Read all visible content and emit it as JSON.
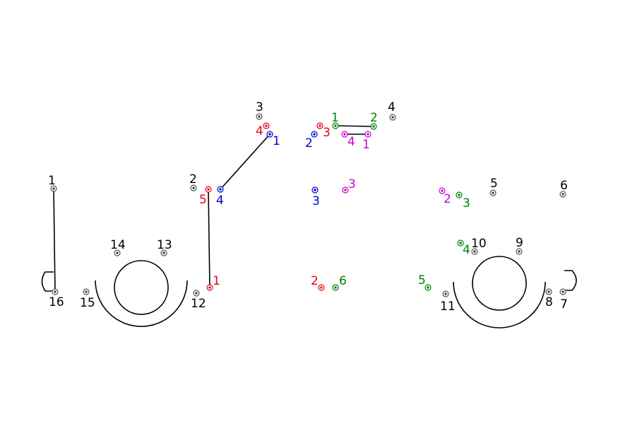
{
  "colors": {
    "black": "#000000",
    "red": "#e8001c",
    "blue": "#0000cc",
    "green": "#008000",
    "magenta": "#cc00cc"
  },
  "black_points": [
    "1",
    "2",
    "3",
    "4",
    "5",
    "6",
    "7",
    "8",
    "9",
    "10",
    "11",
    "12",
    "13",
    "14",
    "15",
    "16"
  ],
  "red_points": [
    "1",
    "2",
    "3",
    "4",
    "5"
  ],
  "blue_points": [
    "1",
    "2",
    "3",
    "4"
  ],
  "green_points": [
    "1",
    "2",
    "3",
    "4",
    "5",
    "6"
  ],
  "magenta_points": [
    "1",
    "2",
    "3",
    "4"
  ]
}
